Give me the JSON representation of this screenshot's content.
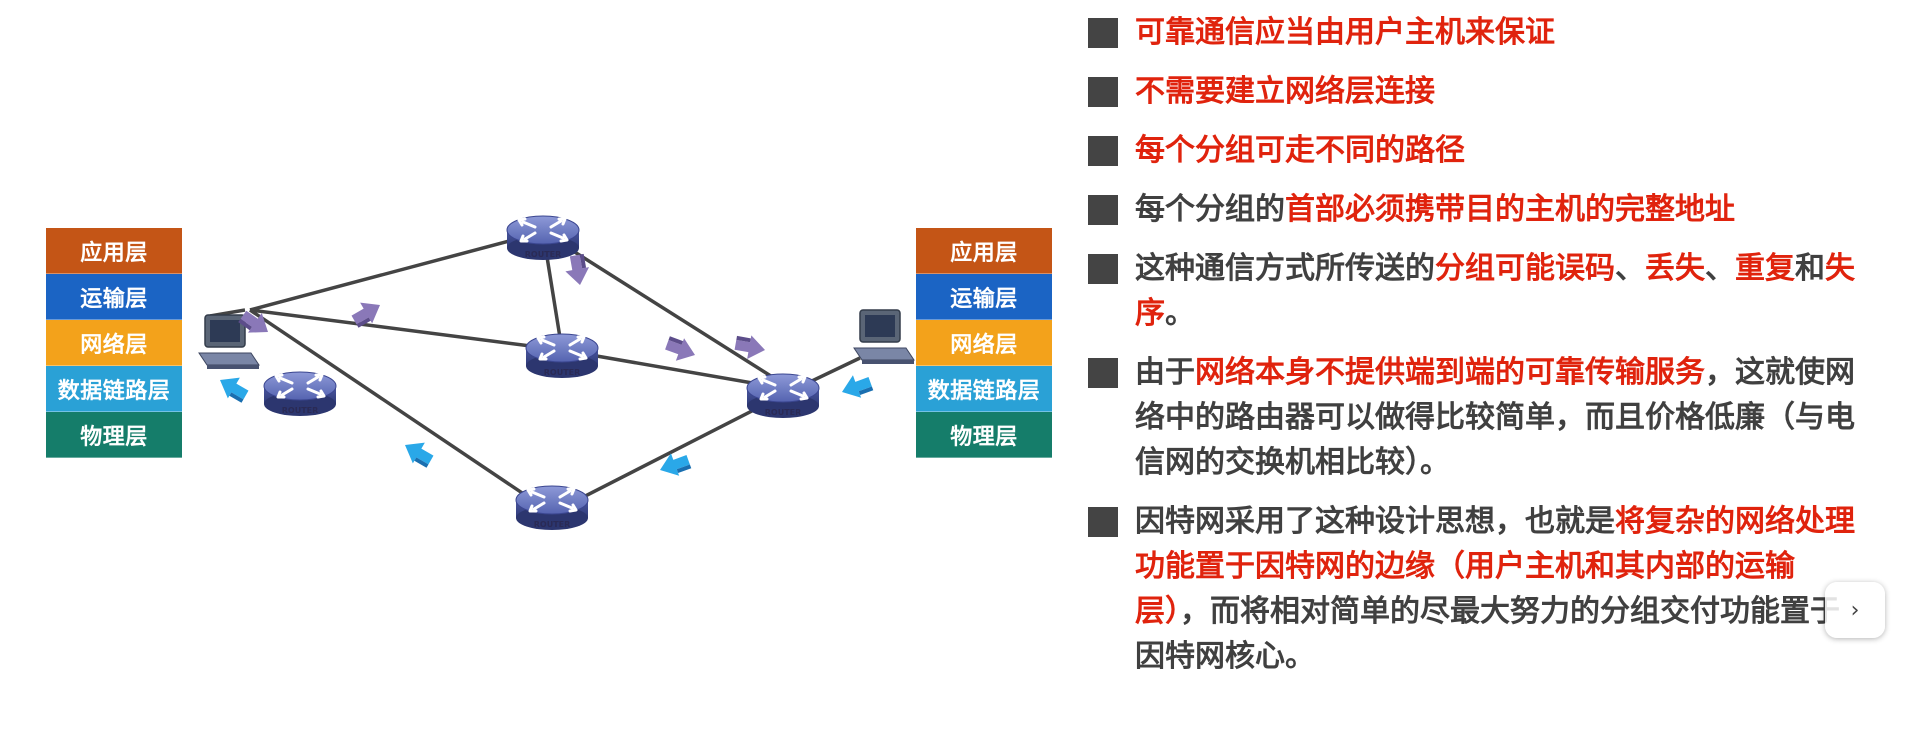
{
  "layer_stack": [
    "应用层",
    "运输层",
    "网络层",
    "数据链路层",
    "物理层"
  ],
  "router_label": "ROUTER",
  "colors": {
    "app_layer": "#c45516",
    "transport_layer": "#1b64c4",
    "network_layer": "#f3a21b",
    "link_layer": "#2aa1d6",
    "physical_layer": "#157d6a",
    "emphasis_red": "#e0230d",
    "body_text": "#404040",
    "link_line": "#444444",
    "router_blue": "#4a5aa8"
  },
  "bullets": [
    {
      "segments": [
        {
          "text": "可靠通信应当由用户主机来保证",
          "red": true
        }
      ]
    },
    {
      "segments": [
        {
          "text": "不需要建立网络层连接",
          "red": true
        }
      ]
    },
    {
      "segments": [
        {
          "text": "每个分组可走不同的路径",
          "red": true
        }
      ]
    },
    {
      "segments": [
        {
          "text": "每个分组的",
          "red": false
        },
        {
          "text": "首部必须携带目的主机的完整地址",
          "red": true
        }
      ]
    },
    {
      "segments": [
        {
          "text": "这种通信方式所传送的",
          "red": false
        },
        {
          "text": "分组可能误码",
          "red": true
        },
        {
          "text": "、",
          "red": false
        },
        {
          "text": "丢失",
          "red": true
        },
        {
          "text": "、",
          "red": false
        },
        {
          "text": "重复",
          "red": true
        },
        {
          "text": "和",
          "red": false
        },
        {
          "text": "失序",
          "red": true
        },
        {
          "text": "。",
          "red": false
        }
      ]
    },
    {
      "segments": [
        {
          "text": "由于",
          "red": false
        },
        {
          "text": "网络本身不提供端到端的可靠传输服务",
          "red": true
        },
        {
          "text": "，这就使网络中的路由器可以做得比较简单，而且价格低廉（与电信网的交换机相比较）。",
          "red": false
        }
      ]
    },
    {
      "segments": [
        {
          "text": "因特网采用了这种设计思想，也就是",
          "red": false
        },
        {
          "text": "将复杂的网络处理功能置于因特网的边缘（用户主机和其内部的运输层）",
          "red": true
        },
        {
          "text": "，而将相对简单的尽最大努力的分组交付功能置于因特网核心。",
          "red": false
        }
      ]
    }
  ],
  "nav_button": {
    "icon": "chevron-right-icon"
  }
}
